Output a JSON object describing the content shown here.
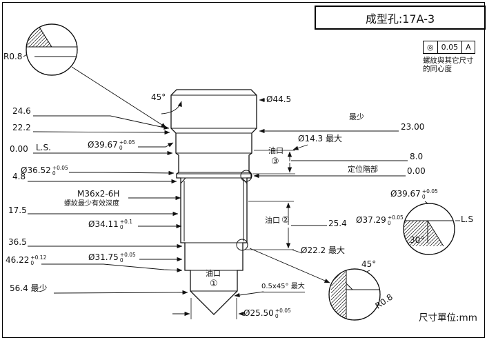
{
  "title_block": {
    "title": "成型孔:17A-3"
  },
  "tolerance_frame": {
    "symbol": "◎",
    "value": "0.05",
    "datum": "A",
    "note_line1": "螺紋與其它尺寸",
    "note_line2": "的同心度"
  },
  "footer": {
    "unit_note": "尺寸單位:mm"
  },
  "oil": {
    "label": "油口",
    "n1": "①",
    "n2": "②",
    "n3": "③"
  },
  "dims": {
    "left": {
      "d24_6": "24.6",
      "d22_2": "22.2",
      "d0": "0.00",
      "ls": "L.S.",
      "dia39_67": {
        "v": "Ø39.67",
        "tp": "+0.05",
        "tb": "0"
      },
      "dia36_52": {
        "v": "Ø36.52",
        "tp": "+0.05",
        "tb": "0"
      },
      "d4_8": "4.8",
      "thread": "M36x2-6H",
      "thread_note": "螺紋最少有效深度",
      "d17_5": "17.5",
      "dia34_11": {
        "v": "Ø34.11",
        "tp": "+0.1",
        "tb": "0"
      },
      "d36_5": "36.5",
      "dia31_75": {
        "v": "Ø31.75",
        "tp": "+0.05",
        "tb": "0"
      },
      "d46_22": {
        "v": "46.22",
        "tp": "+0.12",
        "tb": "0"
      },
      "d56_4": "56.4 最少"
    },
    "right": {
      "dia44_5": "Ø44.5",
      "min": "最少",
      "d23": "23.00",
      "dia14_3": "Ø14.3 最大",
      "d8": "8.0",
      "locating": "定位階部",
      "d0r": "0.00",
      "d25_4": "25.4",
      "dia37_29": {
        "v": "Ø37.29",
        "tp": "+0.05",
        "tb": "0"
      },
      "dia39_67r": {
        "v": "Ø39.67",
        "tp": "+0.05",
        "tb": "0"
      },
      "dia22_2": "Ø22.2 最大",
      "ls": "L.S"
    },
    "bottom": {
      "chamfer": "0.5x45° 最大",
      "dia25_50": {
        "v": "Ø25.50",
        "tp": "+0.05",
        "tb": "0"
      }
    },
    "details": {
      "r08_a": "R0.8",
      "r08_b": "R0.8",
      "deg45_top": "45°",
      "deg45_bottom": "45°",
      "deg30": "30°"
    }
  }
}
